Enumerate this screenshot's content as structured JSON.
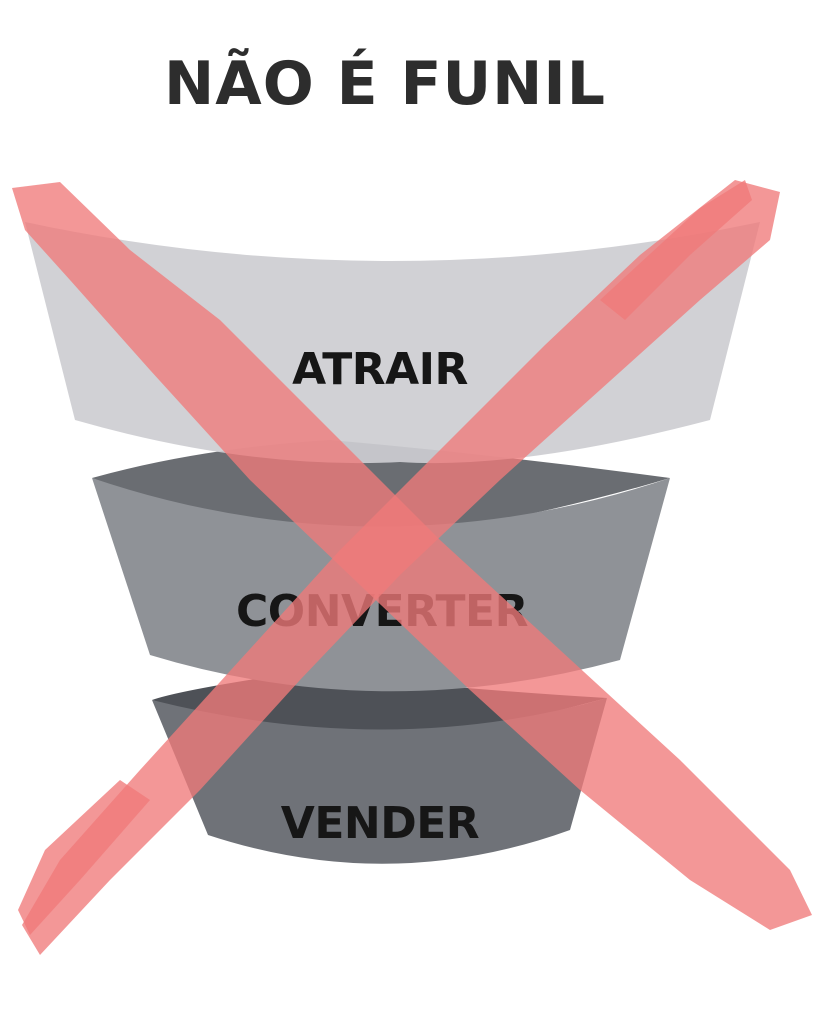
{
  "title": "NÃO É FUNIL",
  "funnel": {
    "stages": [
      {
        "label": "ATRAIR",
        "color": "#cdcdd1",
        "rim_color": "#dcdcdf"
      },
      {
        "label": "CONVERTER",
        "color": "#8f9297",
        "rim_color": "#6a6d72"
      },
      {
        "label": "VENDER",
        "color": "#6f7278",
        "rim_color": "#4e5157"
      }
    ]
  },
  "cross_mark": {
    "color": "#f07a7a"
  }
}
